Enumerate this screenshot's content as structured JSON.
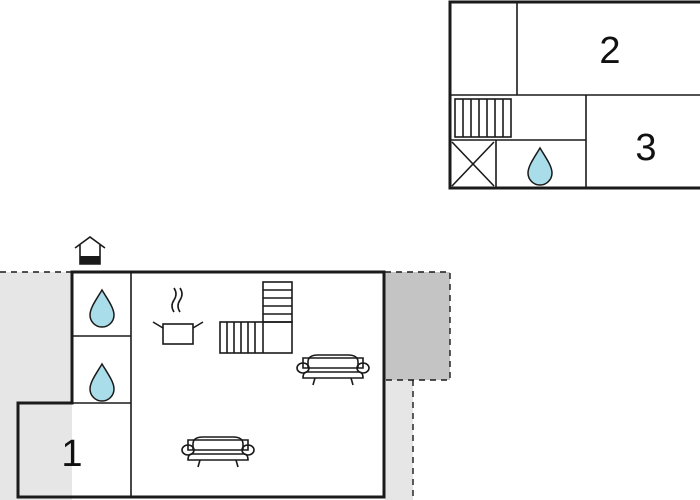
{
  "plan": {
    "rooms": [
      {
        "id": "room-1",
        "label": "1"
      },
      {
        "id": "room-2",
        "label": "2"
      },
      {
        "id": "room-3",
        "label": "3"
      }
    ],
    "icons": {
      "entrance": "house-entrance-icon",
      "water": "water-drop-icon",
      "cooking": "cooking-pot-icon",
      "sofa": "sofa-icon",
      "stairs": "stairs-icon",
      "void": "crossed-box-icon"
    },
    "colors": {
      "wall": "#1a1a1a",
      "terrace_light": "#e6e6e6",
      "terrace_dark": "#c4c4c4",
      "water": "#a9dde9"
    }
  }
}
